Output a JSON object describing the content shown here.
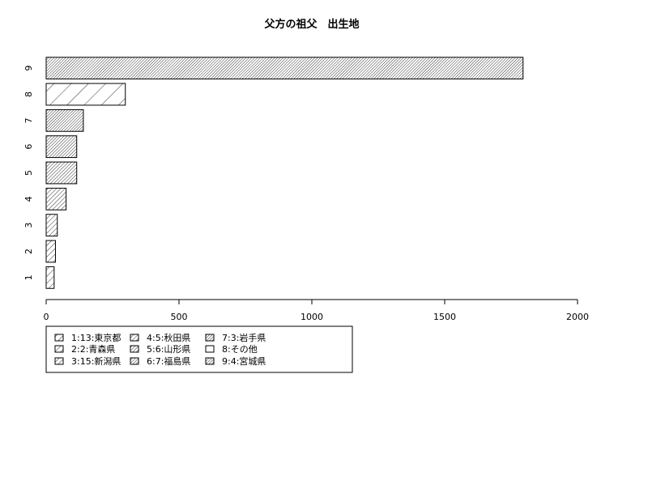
{
  "chart_data": {
    "type": "bar",
    "orientation": "horizontal",
    "title": "父方の祖父　出生地",
    "xlabel": "",
    "ylabel": "",
    "categories": [
      "1",
      "2",
      "3",
      "4",
      "5",
      "6",
      "7",
      "8",
      "9"
    ],
    "values": [
      30,
      35,
      42,
      75,
      115,
      115,
      140,
      298,
      1795
    ],
    "xlim": [
      0,
      2000
    ],
    "xticks": [
      "0",
      "500",
      "1000",
      "1500",
      "2000"
    ],
    "legend": {
      "placement": "bottom-left",
      "entries": [
        "1:13:東京都",
        "2:2:青森県",
        "3:15:新潟県",
        "4:5:秋田県",
        "5:6:山形県",
        "6:7:福島県",
        "7:3:岩手県",
        "8:その他",
        "9:4:宮城県"
      ]
    },
    "hatch": {
      "angles": [
        45,
        45,
        45,
        45,
        45,
        45,
        45,
        45,
        45
      ],
      "densities": [
        10,
        12,
        14,
        16,
        20,
        22,
        26,
        4,
        30
      ]
    },
    "grid": false
  }
}
